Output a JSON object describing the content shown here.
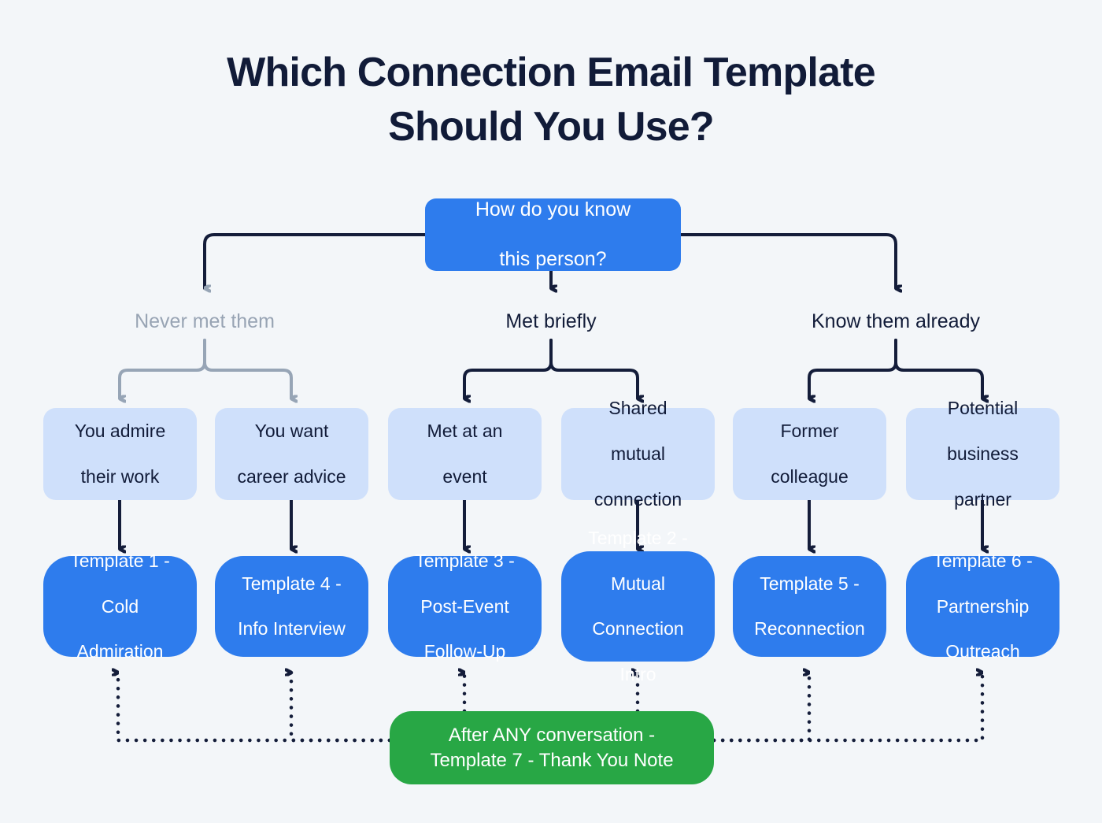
{
  "page": {
    "background_color": "#f3f6f9",
    "title_line1": "Which Connection Email Template",
    "title_line2": "Should You Use?"
  },
  "colors": {
    "title_text": "#111b38",
    "root_node": "#2e7ced",
    "option_node": "#cfe0fb",
    "template_node": "#2e7ced",
    "final_node": "#28a745",
    "connector_dark": "#141d3a",
    "connector_muted": "#97a5b6",
    "muted_label_text": "#98a4b4"
  },
  "chart_data": {
    "type": "diagram",
    "title": "Which Connection Email Template Should You Use?",
    "root": "How do you know this person?",
    "branches": [
      {
        "label": "Never met them",
        "muted": true,
        "options": [
          {
            "option": "You admire their work",
            "result": "Template 1 - Cold Admiration"
          },
          {
            "option": "You want career advice",
            "result": "Template 4 - Info Interview"
          }
        ]
      },
      {
        "label": "Met briefly",
        "muted": false,
        "options": [
          {
            "option": "Met at an event",
            "result": "Template 3 - Post-Event Follow-Up"
          },
          {
            "option": "Shared mutual connection",
            "result": "Template 2 - Mutual Connection Intro"
          }
        ]
      },
      {
        "label": "Know them already",
        "muted": false,
        "options": [
          {
            "option": "Former colleague",
            "result": "Template 5 - Reconnection"
          },
          {
            "option": "Potential business partner",
            "result": "Template 6 - Partnership Outreach"
          }
        ]
      }
    ],
    "catch_all": "After ANY conversation - Template 7 - Thank You Note",
    "catch_all_targets": [
      "Template 1 - Cold Admiration",
      "Template 4 - Info Interview",
      "Template 3 - Post-Event Follow-Up",
      "Template 2 - Mutual Connection Intro",
      "Template 5 - Reconnection",
      "Template 6 - Partnership Outreach"
    ]
  },
  "root": {
    "text_line1": "How do you know",
    "text_line2": "this person?"
  },
  "branch_labels": [
    {
      "text": "Never met them"
    },
    {
      "text": "Met briefly"
    },
    {
      "text": "Know them already"
    }
  ],
  "options": [
    {
      "line1": "You admire",
      "line2": "their work",
      "line3": ""
    },
    {
      "line1": "You want",
      "line2": "career advice",
      "line3": ""
    },
    {
      "line1": "Met at an",
      "line2": "event",
      "line3": ""
    },
    {
      "line1": "Shared",
      "line2": "mutual",
      "line3": "connection"
    },
    {
      "line1": "Former",
      "line2": "colleague",
      "line3": ""
    },
    {
      "line1": "Potential",
      "line2": "business",
      "line3": "partner"
    }
  ],
  "templates": [
    {
      "line1": "Template 1 -",
      "line2": "Cold",
      "line3": "Admiration"
    },
    {
      "line1": "Template 4 -",
      "line2": "Info Interview",
      "line3": ""
    },
    {
      "line1": "Template 3 -",
      "line2": "Post-Event",
      "line3": "Follow-Up"
    },
    {
      "line1": "Template 2 -",
      "line2": "Mutual",
      "line3": "Connection",
      "line4": "Intro"
    },
    {
      "line1": "Template 5 -",
      "line2": "Reconnection",
      "line3": ""
    },
    {
      "line1": "Template 6 -",
      "line2": "Partnership",
      "line3": "Outreach"
    }
  ],
  "final": {
    "line1": "After ANY conversation -",
    "line2": "Template 7 - Thank You Note"
  }
}
